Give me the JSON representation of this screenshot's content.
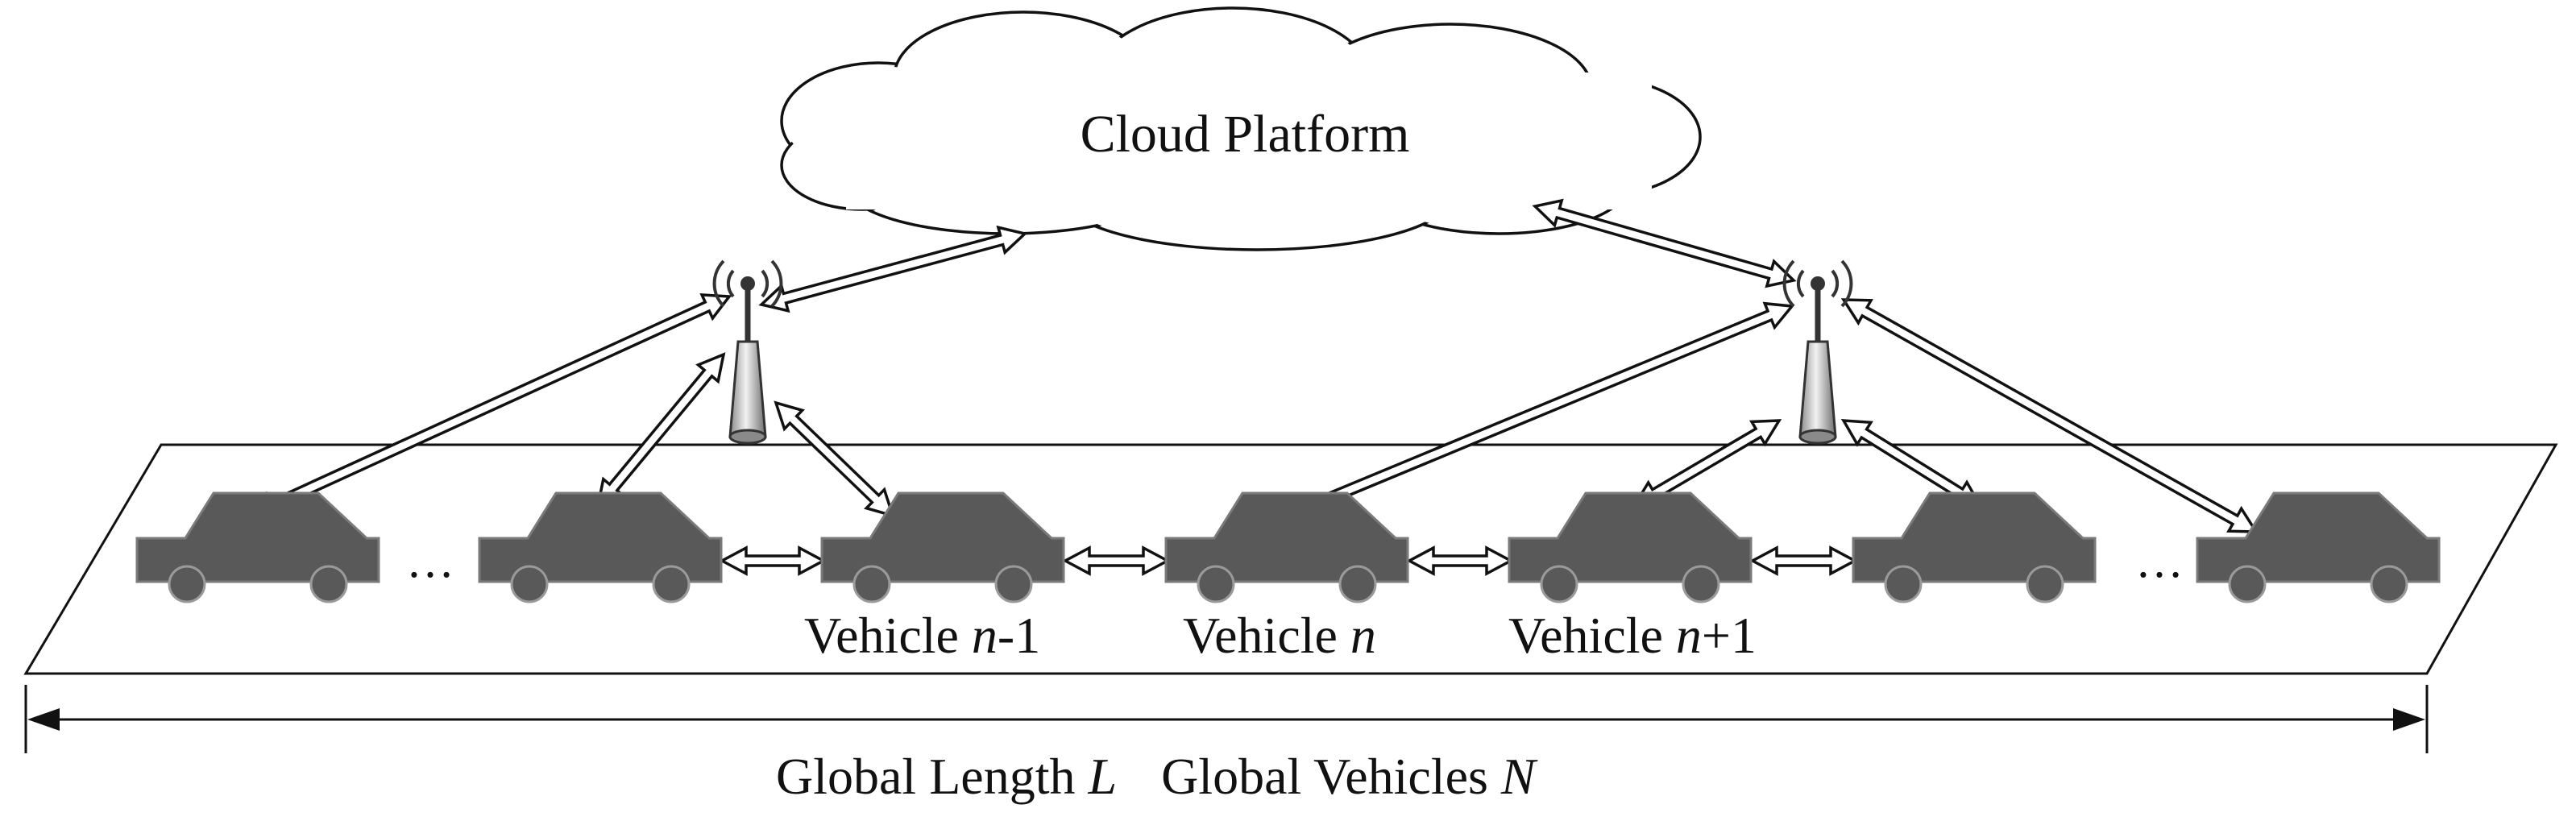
{
  "cloud": {
    "label": "Cloud Platform"
  },
  "vehicles": {
    "prev": {
      "prefix": "Vehicle ",
      "var": "n",
      "suffix": "-1"
    },
    "curr": {
      "prefix": "Vehicle ",
      "var": "n",
      "suffix": ""
    },
    "next": {
      "prefix": "Vehicle ",
      "var": "n",
      "suffix": "+1"
    }
  },
  "ellipsis": {
    "left": "…",
    "right": "…"
  },
  "global": {
    "length_prefix": "Global Length ",
    "length_var": "L",
    "vehicles_prefix": "Global Vehicles ",
    "vehicles_var": "N"
  },
  "colors": {
    "car": "#595959",
    "line": "#111111",
    "background": "#ffffff"
  }
}
